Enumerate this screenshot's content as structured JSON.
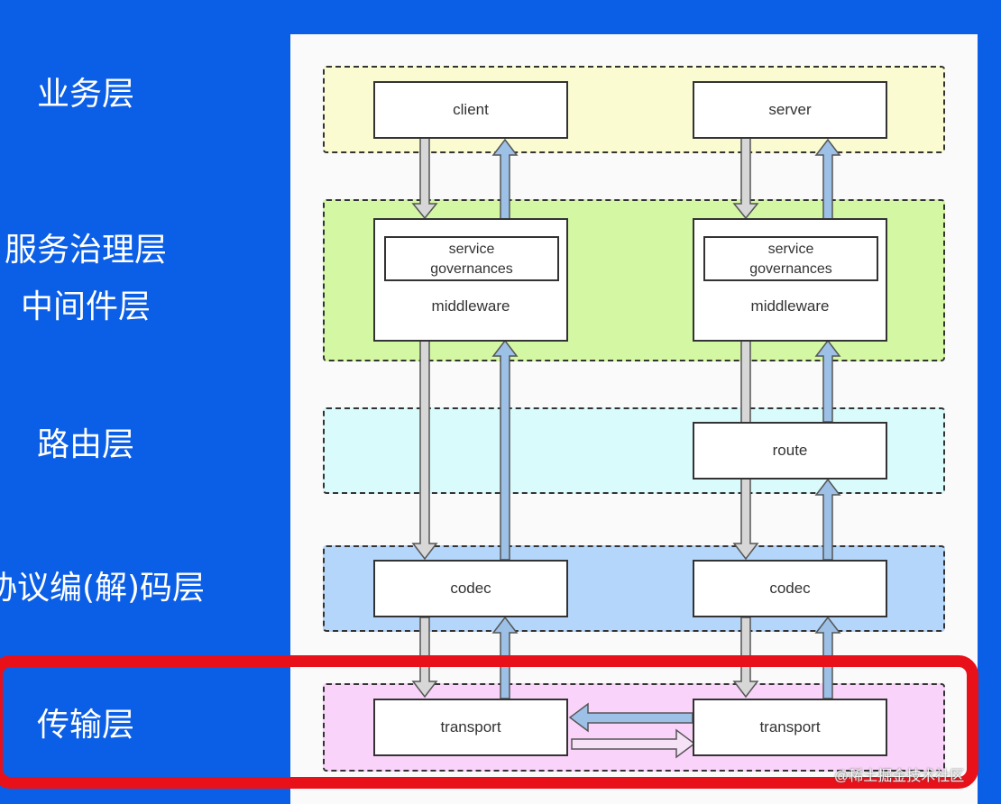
{
  "layers": [
    {
      "label": "业务层"
    },
    {
      "label": "服务治理层"
    },
    {
      "label": "中间件层"
    },
    {
      "label": "路由层"
    },
    {
      "label": "协议编(解)码层"
    },
    {
      "label": "传输层"
    }
  ],
  "nodes": {
    "client": "client",
    "server": "server",
    "service_gov_left": [
      "service",
      "governances"
    ],
    "middleware_left": "middleware",
    "service_gov_right": [
      "service",
      "governances"
    ],
    "middleware_right": "middleware",
    "route": "route",
    "codec_left": "codec",
    "codec_right": "codec",
    "transport_left": "transport",
    "transport_right": "transport"
  },
  "colors": {
    "background": "#0b5ee6",
    "band_business": "#fbfbd2",
    "band_governance": "#d4f7a4",
    "band_route": "#d9fbfb",
    "band_codec": "#b4d6fa",
    "band_transport": "#f9d3f9",
    "arrow_down": "#d7d7d7",
    "arrow_up": "#9dc0e6",
    "highlight": "#e8111a"
  },
  "watermark": "@稀土掘金技术社区"
}
